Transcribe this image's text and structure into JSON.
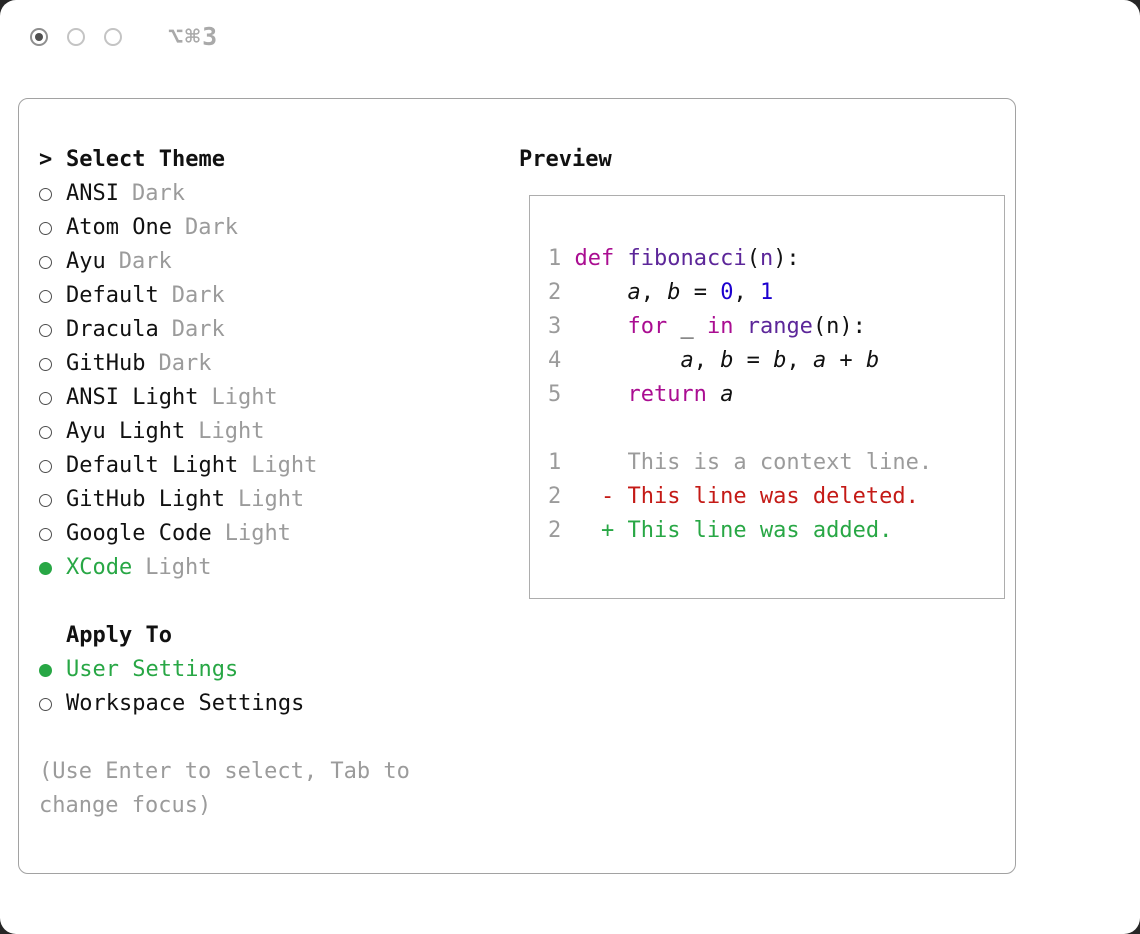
{
  "colors": {
    "green": "#28a745",
    "keyword": "#aa0d91",
    "function": "#5c2699",
    "number": "#1c00cf",
    "deleted": "#c41a16",
    "added": "#28a745",
    "muted": "#9b9b9b"
  },
  "titlebar": {
    "shortcut": "⌥⌘3"
  },
  "theme_selector": {
    "prompt": ">",
    "title": "Select Theme",
    "items": [
      {
        "name": "ANSI",
        "variant": "Dark",
        "selected": false
      },
      {
        "name": "Atom One",
        "variant": "Dark",
        "selected": false
      },
      {
        "name": "Ayu",
        "variant": "Dark",
        "selected": false
      },
      {
        "name": "Default",
        "variant": "Dark",
        "selected": false
      },
      {
        "name": "Dracula",
        "variant": "Dark",
        "selected": false
      },
      {
        "name": "GitHub",
        "variant": "Dark",
        "selected": false
      },
      {
        "name": "ANSI Light",
        "variant": "Light",
        "selected": false
      },
      {
        "name": "Ayu Light",
        "variant": "Light",
        "selected": false
      },
      {
        "name": "Default Light",
        "variant": "Light",
        "selected": false
      },
      {
        "name": "GitHub Light",
        "variant": "Light",
        "selected": false
      },
      {
        "name": "Google Code",
        "variant": "Light",
        "selected": false
      },
      {
        "name": "XCode",
        "variant": "Light",
        "selected": true
      }
    ],
    "apply_to": {
      "title": "Apply To",
      "options": [
        {
          "label": "User Settings",
          "selected": true
        },
        {
          "label": "Workspace Settings",
          "selected": false
        }
      ]
    },
    "hint_lines": [
      "(Use Enter to select, Tab to",
      "change focus)"
    ]
  },
  "preview": {
    "title": "Preview",
    "lines": [
      {
        "num": "1",
        "tokens": [
          {
            "t": "def",
            "c": "kw"
          },
          {
            "t": " ",
            "c": "p"
          },
          {
            "t": "fibonacci",
            "c": "fn"
          },
          {
            "t": "(",
            "c": "p"
          },
          {
            "t": "n",
            "c": "fn"
          },
          {
            "t": "):",
            "c": "p"
          }
        ]
      },
      {
        "num": "2",
        "tokens": [
          {
            "t": "    ",
            "c": "p"
          },
          {
            "t": "a",
            "c": "v"
          },
          {
            "t": ", ",
            "c": "p"
          },
          {
            "t": "b",
            "c": "v"
          },
          {
            "t": " = ",
            "c": "p"
          },
          {
            "t": "0",
            "c": "num"
          },
          {
            "t": ", ",
            "c": "p"
          },
          {
            "t": "1",
            "c": "num"
          }
        ]
      },
      {
        "num": "3",
        "tokens": [
          {
            "t": "    ",
            "c": "p"
          },
          {
            "t": "for",
            "c": "kw"
          },
          {
            "t": " _ ",
            "c": "p"
          },
          {
            "t": "in",
            "c": "kw"
          },
          {
            "t": " ",
            "c": "p"
          },
          {
            "t": "range",
            "c": "fn"
          },
          {
            "t": "(n):",
            "c": "p"
          }
        ]
      },
      {
        "num": "4",
        "tokens": [
          {
            "t": "        ",
            "c": "p"
          },
          {
            "t": "a",
            "c": "v"
          },
          {
            "t": ", ",
            "c": "p"
          },
          {
            "t": "b",
            "c": "v"
          },
          {
            "t": " = ",
            "c": "p"
          },
          {
            "t": "b",
            "c": "v"
          },
          {
            "t": ", ",
            "c": "p"
          },
          {
            "t": "a",
            "c": "v"
          },
          {
            "t": " + ",
            "c": "p"
          },
          {
            "t": "b",
            "c": "v"
          }
        ]
      },
      {
        "num": "5",
        "tokens": [
          {
            "t": "    ",
            "c": "p"
          },
          {
            "t": "return",
            "c": "kw"
          },
          {
            "t": " ",
            "c": "p"
          },
          {
            "t": "a",
            "c": "v"
          }
        ]
      },
      {
        "num": "",
        "tokens": []
      },
      {
        "num": "1",
        "tokens": [
          {
            "t": "    This is a context line.",
            "c": "ctx"
          }
        ]
      },
      {
        "num": "2",
        "tokens": [
          {
            "t": "  ",
            "c": "p"
          },
          {
            "t": "- This line was deleted.",
            "c": "del"
          }
        ]
      },
      {
        "num": "2",
        "tokens": [
          {
            "t": "  ",
            "c": "p"
          },
          {
            "t": "+ This line was added.",
            "c": "add"
          }
        ]
      }
    ]
  }
}
